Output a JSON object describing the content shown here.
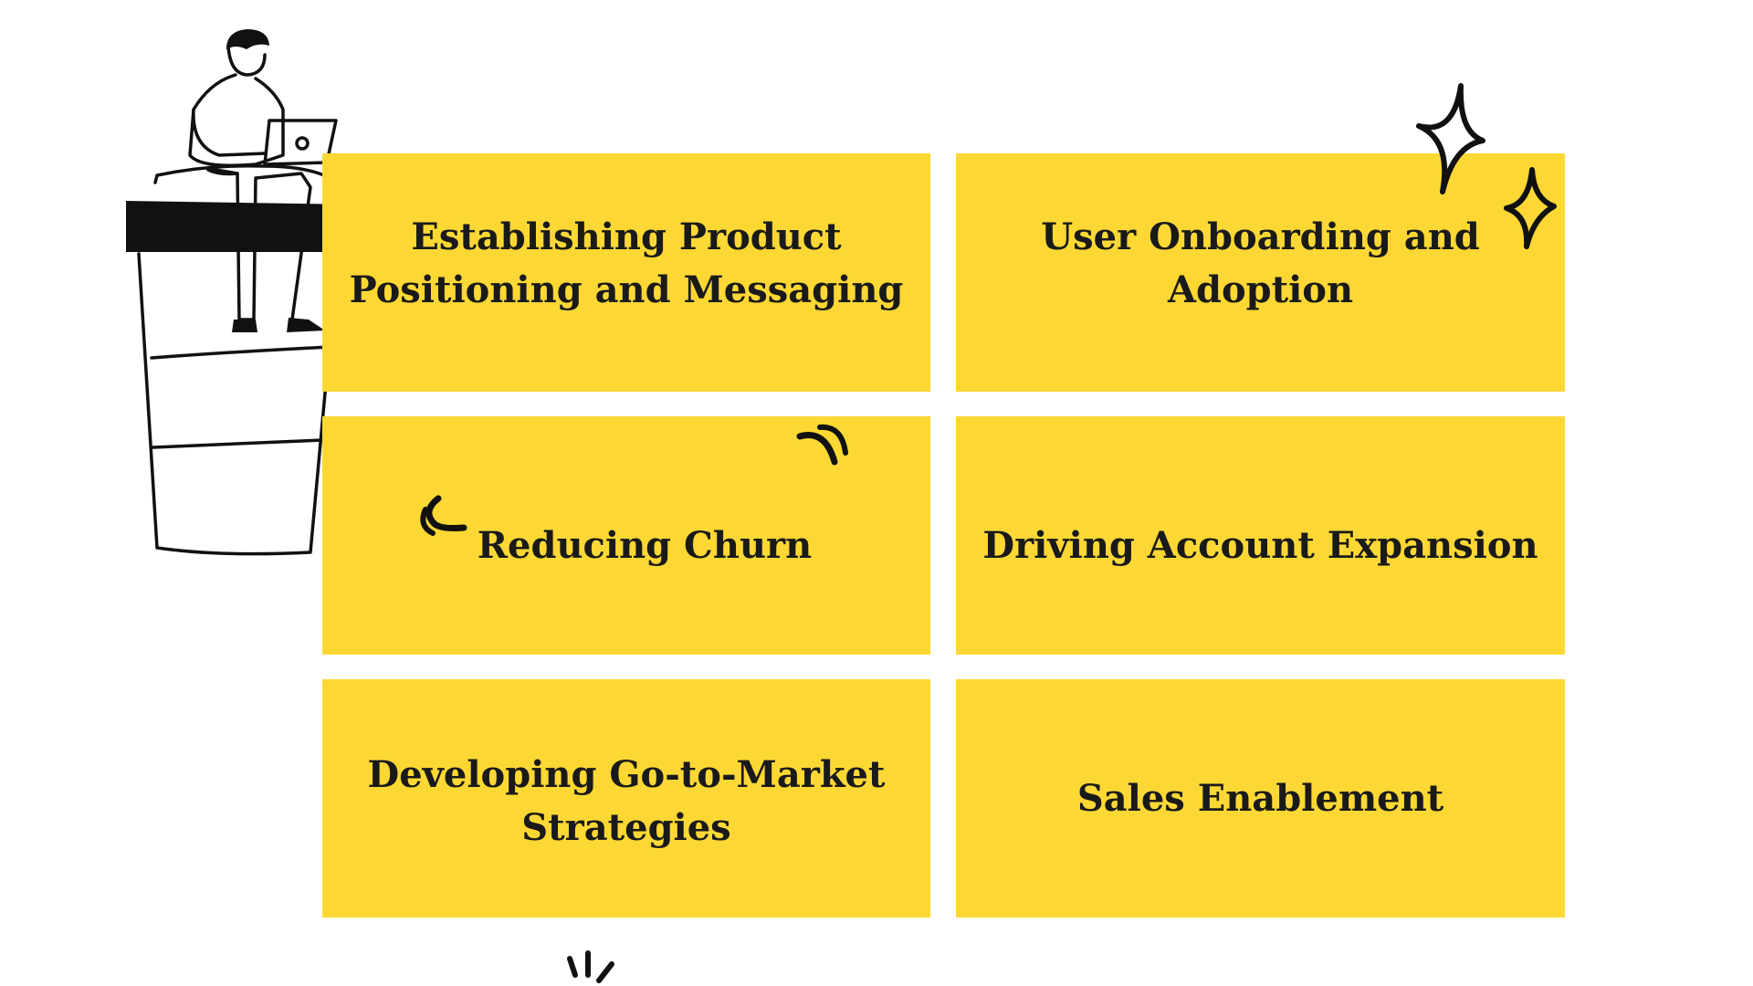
{
  "tiles": [
    {
      "label": "Establishing Product Positioning and Messaging"
    },
    {
      "label": "User Onboarding and Adoption"
    },
    {
      "label": "Reducing Churn"
    },
    {
      "label": "Driving Account Expansion"
    },
    {
      "label": "Developing Go-to-Market Strategies"
    },
    {
      "label": "Sales Enablement"
    }
  ],
  "colors": {
    "tile": "#FDD835",
    "text": "#1a1a1a",
    "ink": "#111111"
  },
  "icons": [
    "person-on-coffee-cup-illustration",
    "sparkle-icon",
    "swoosh-icon",
    "burst-icon"
  ]
}
